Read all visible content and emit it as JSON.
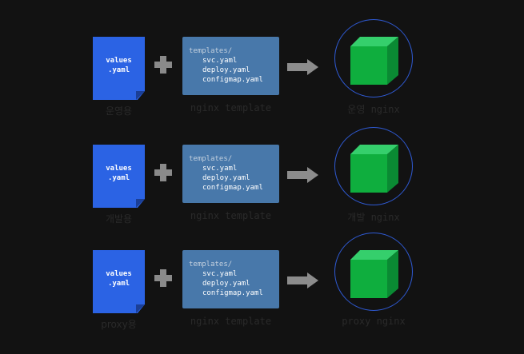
{
  "rows": [
    {
      "values_file": {
        "line1": "values",
        "line2": ".yaml",
        "caption": "운영용"
      },
      "template": {
        "dir": "templates/",
        "files": [
          "svc.yaml",
          "deploy.yaml",
          "configmap.yaml"
        ],
        "caption": "nginx template"
      },
      "result_caption": "운영 nginx"
    },
    {
      "values_file": {
        "line1": "values",
        "line2": ".yaml",
        "caption": "개발용"
      },
      "template": {
        "dir": "templates/",
        "files": [
          "svc.yaml",
          "deploy.yaml",
          "configmap.yaml"
        ],
        "caption": "nginx template"
      },
      "result_caption": "개발 nginx"
    },
    {
      "values_file": {
        "line1": "values",
        "line2": ".yaml",
        "caption": "proxy용"
      },
      "template": {
        "dir": "templates/",
        "files": [
          "svc.yaml",
          "deploy.yaml",
          "configmap.yaml"
        ],
        "caption": "nginx template"
      },
      "result_caption": "proxy nginx"
    }
  ],
  "colors": {
    "background": "#121212",
    "values_file": "#2b63e4",
    "template_box": "#4878aa",
    "cube": "#0fae3e",
    "ring": "#2f5ad4",
    "icon_gray": "#8c8c8c"
  },
  "icons": {
    "plus": "plus-icon",
    "arrow": "right-arrow-icon",
    "cube": "cube-icon",
    "file": "file-icon"
  }
}
